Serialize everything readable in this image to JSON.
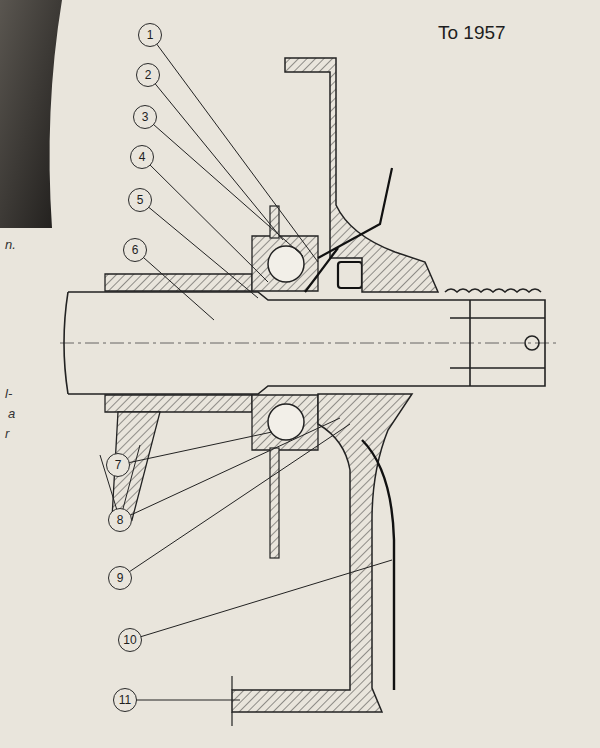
{
  "diagram": {
    "labels": [
      "To 1957",
      "1",
      "2",
      "3",
      "4",
      "5",
      "6",
      "7",
      "8",
      "9",
      "10",
      "11",
      "n.",
      "l-",
      "a",
      "r"
    ]
  }
}
